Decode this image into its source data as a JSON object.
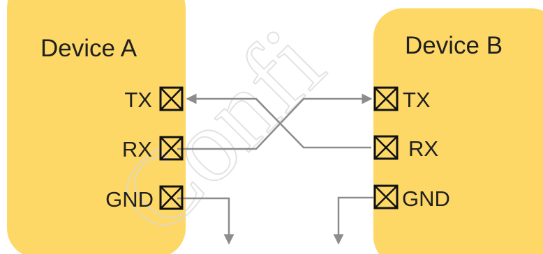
{
  "colors": {
    "device_fill": "#FDD866",
    "wire": "#8C8C8C",
    "pin_outline": "#111111",
    "watermark": "#D9D9D9"
  },
  "device_a": {
    "title": "Device A",
    "pins": {
      "tx": "TX",
      "rx": "RX",
      "gnd": "GND"
    }
  },
  "device_b": {
    "title": "Device B",
    "pins": {
      "tx": "TX",
      "rx": "RX",
      "gnd": "GND"
    }
  },
  "watermark": {
    "text": "Confi"
  },
  "icons": {
    "pin": "crossed-box-icon",
    "ground": "arrow-down-icon"
  }
}
